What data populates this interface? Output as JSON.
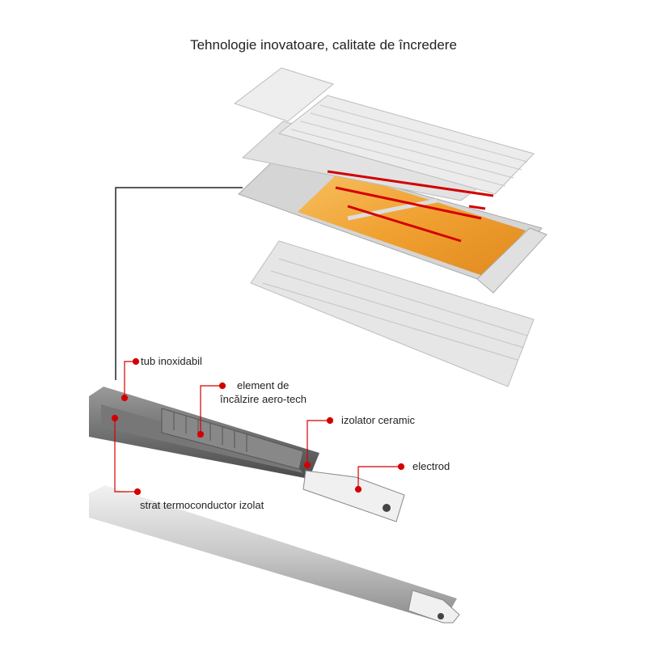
{
  "title": "Tehnologie inovatoare, calitate de încredere",
  "labels": {
    "tube": "tub inoxidabil",
    "element_line1": "element de",
    "element_line2": "încălzire aero-tech",
    "insulator": "izolator ceramic",
    "electrode": "electrod",
    "layer": "strat termoconductor izolat"
  },
  "colors": {
    "accent": "#d40000",
    "heat": "#f0a030",
    "metal": "#d8d8d8"
  }
}
